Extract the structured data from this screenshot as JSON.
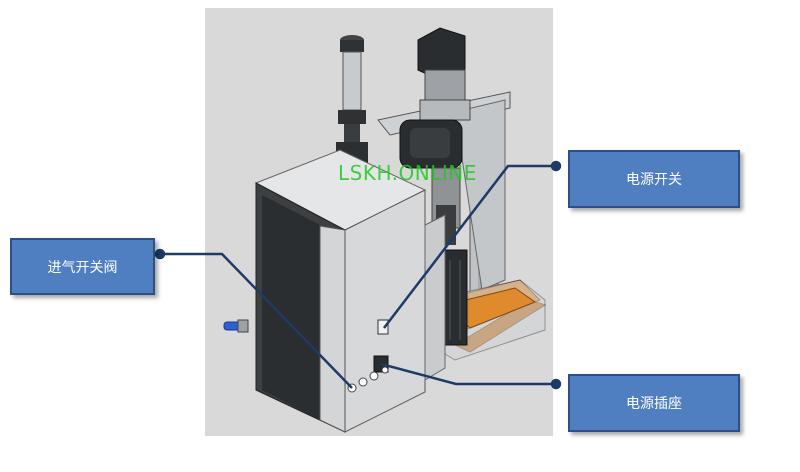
{
  "callouts": {
    "power_switch": "电源开关",
    "air_valve": "进气开关阀",
    "power_socket": "电源插座"
  },
  "watermark": "LSKH.ONLINE",
  "colors": {
    "callout_fill": "#4f7fc0",
    "callout_border": "#2c4f86",
    "leader_line": "#1e3a66",
    "panel_background": "#d9d9d9",
    "orange_base": "#e08a2e",
    "watermark": "#22c922"
  }
}
